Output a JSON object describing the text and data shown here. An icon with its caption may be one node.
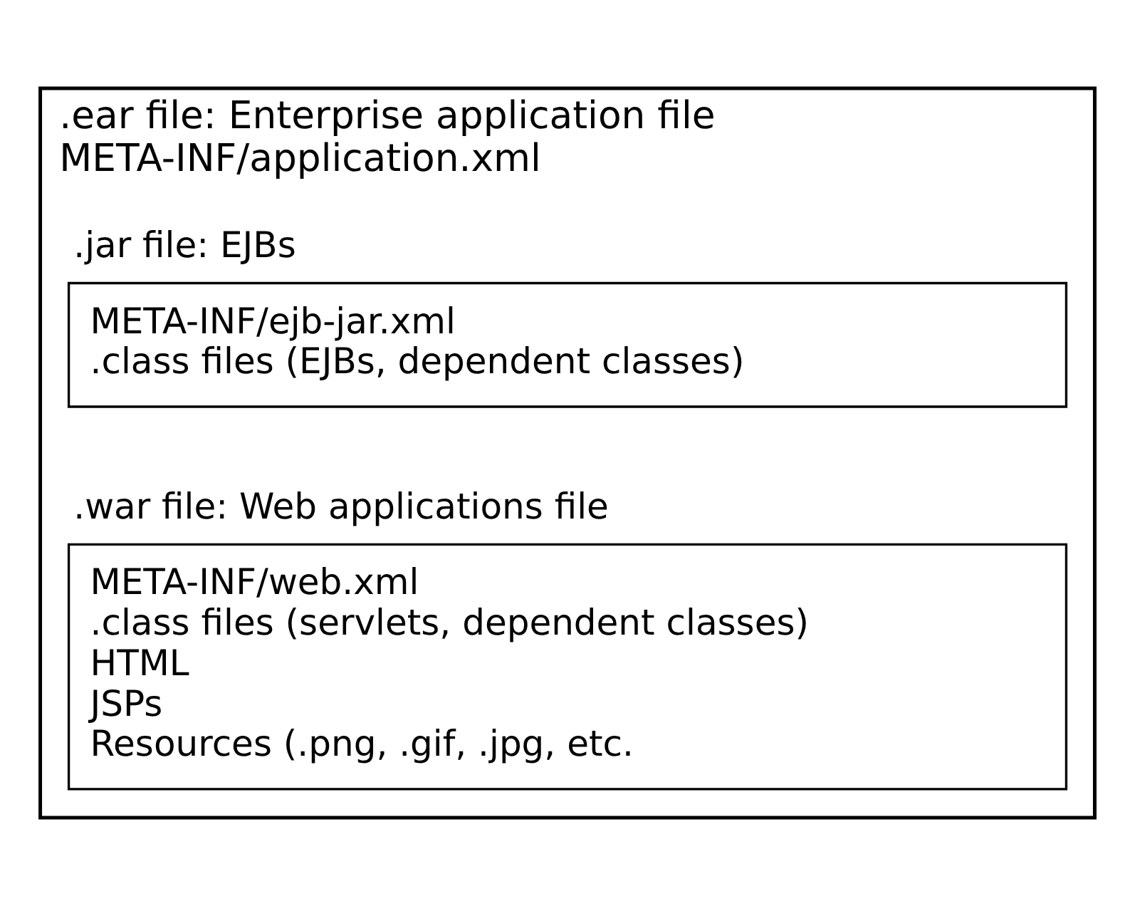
{
  "diagram": {
    "nodes": [
      {
        "text": [
          ".ear file: Enterprise application file",
          "META-INF/application.xml"
        ]
      },
      {
        "text": [
          ".jar file: EJBs",
          "META-INF/ejb-jar.xml",
          ".class files (EJBs, dependent classes)"
        ],
        "in": 0
      },
      {
        "text": [
          ".war file: Web applications file",
          "META-INF/web.xml",
          ".class files (servlets, dependent classes)",
          "HTML",
          "JSPs",
          "Resources (.png, .gif, .jpg, etc."
        ],
        "in": 0
      }
    ],
    "edges": []
  }
}
